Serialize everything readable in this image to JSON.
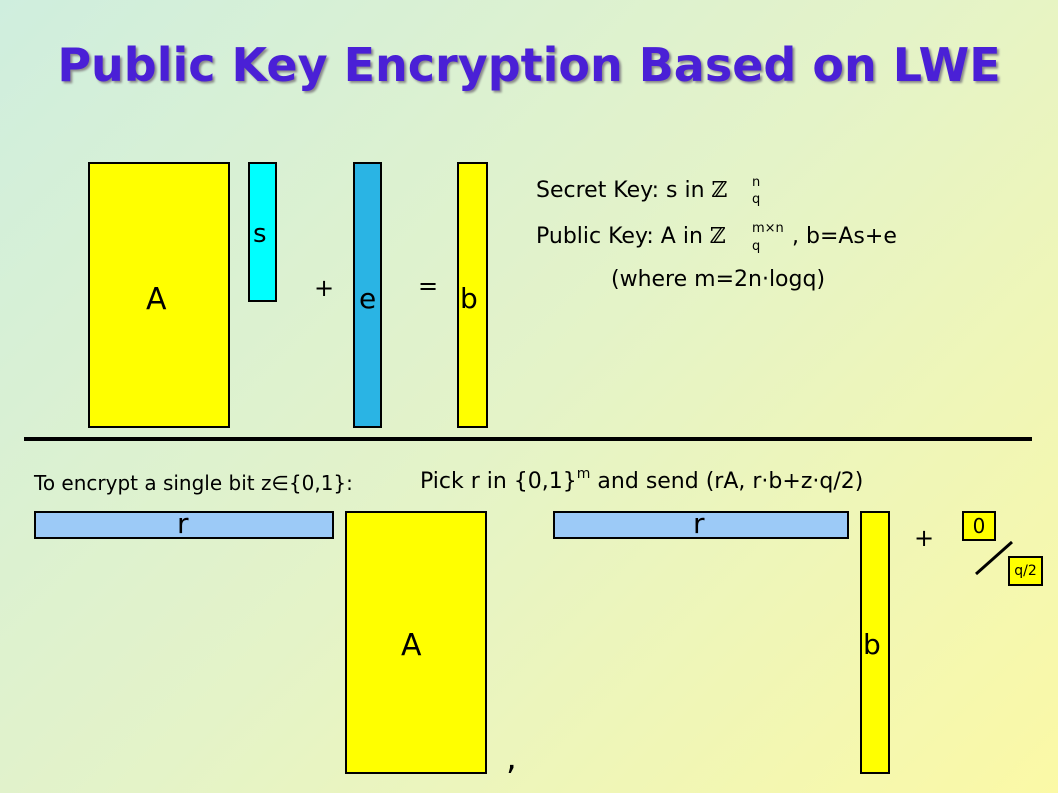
{
  "title": "Public Key Encryption Based on LWE",
  "top": {
    "matrix_A": "A",
    "vector_s": "s",
    "plus": "+",
    "vector_e": "e",
    "equals": "=",
    "vector_b": "b"
  },
  "keys": {
    "secret_prefix": "Secret Key: s in ",
    "secret_set": "ℤ",
    "secret_sup": "n",
    "secret_sub": "q",
    "public_prefix": "Public Key: A in ",
    "public_set": "ℤ",
    "public_sup": "m×n",
    "public_sub": "q",
    "public_suffix": ", b=As+e",
    "where": "(where m=2n·logq)"
  },
  "encrypt": {
    "prefix": "To encrypt a single bit z∈{0,1}:",
    "pick": "Pick r in {0,1}",
    "pick_sup": "m",
    "send": " and send (rA, r·b+z·q/2)"
  },
  "bottom": {
    "r_left": "r",
    "matrix_A": "A",
    "comma": ",",
    "r_right": "r",
    "vector_b": "b",
    "plus": "+",
    "zero": "0",
    "q_half": "q/2"
  },
  "colors": {
    "title": "#4a20d6",
    "yellow": "#ffff00",
    "cyan": "#00ffff",
    "blue": "#2ab4e4",
    "lightblue": "#9ccaf7"
  }
}
